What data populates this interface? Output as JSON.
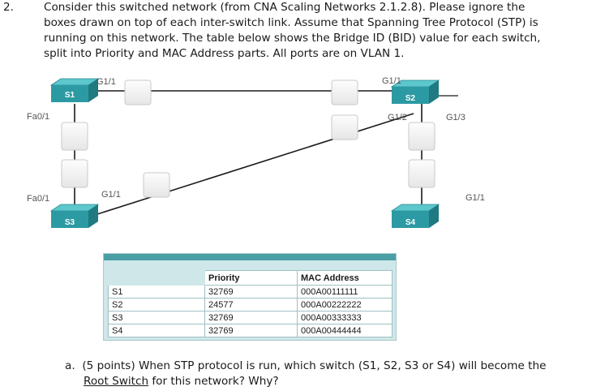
{
  "question": {
    "number": "2.",
    "lines": [
      "Consider this switched network (from CNA Scaling Networks 2.1.2.8).  Please ignore the",
      "boxes drawn on top of each inter-switch link.  Assume that Spanning Tree Protocol (STP) is",
      "running on this network.  The table below shows the Bridge ID (BID) value for each switch,",
      "split into Priority and MAC Address parts.  All ports are on VLAN 1."
    ]
  },
  "diagram": {
    "switches": [
      "S1",
      "S2",
      "S3",
      "S4"
    ],
    "ports": {
      "s1_g11": "G1/1",
      "s2_g11": "G1/1",
      "s1_fa01": "Fa0/1",
      "s2_g12": "G1/2",
      "s2_g13": "G1/3",
      "s3_fa01": "Fa0/1",
      "s3_g11": "G1/1",
      "s4_g11": "G1/1"
    },
    "colors": {
      "switch": "#2c9aa3",
      "switch_top": "#5cc7cd",
      "link": "#1a1a1a"
    }
  },
  "bid_table": {
    "headers": [
      "",
      "Priority",
      "MAC Address"
    ],
    "rows": [
      [
        "S1",
        "32769",
        "000A00111111"
      ],
      [
        "S2",
        "24577",
        "000A00222222"
      ],
      [
        "S3",
        "32769",
        "000A00333333"
      ],
      [
        "S4",
        "32769",
        "000A00444444"
      ]
    ]
  },
  "answer": {
    "prefix": "a.",
    "line1": "(5 points) When STP protocol is run, which switch (S1, S2, S3 or S4) will become the",
    "underlined": "Root Switch",
    "line2_rest": " for this network? Why?"
  }
}
